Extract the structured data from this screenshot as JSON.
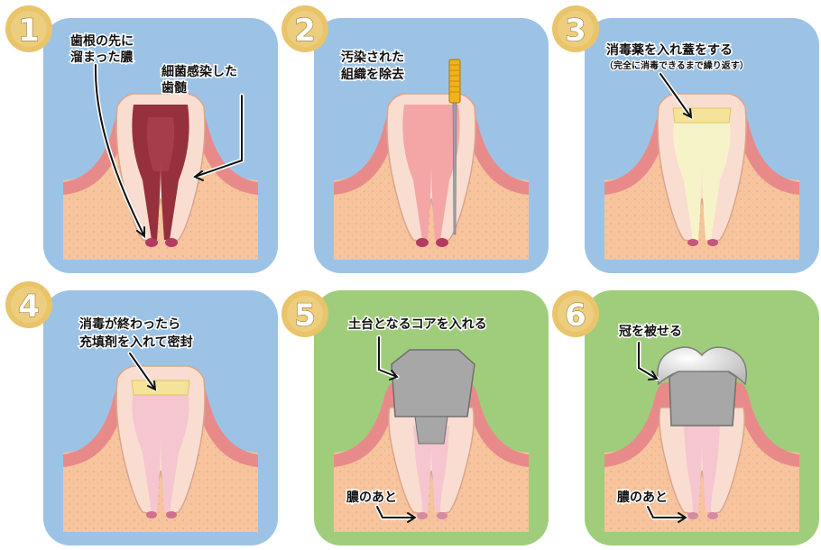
{
  "panels": [
    {
      "number": "1",
      "theme": "blue",
      "labels": {
        "pus_line1": "歯根の先に",
        "pus_line2": "溜まった膿",
        "pulp_line1": "細菌感染した",
        "pulp_line2": "歯髄"
      }
    },
    {
      "number": "2",
      "theme": "blue",
      "labels": {
        "line1": "汚染された",
        "line2": "組織を除去"
      }
    },
    {
      "number": "3",
      "theme": "blue",
      "labels": {
        "title": "消毒薬を入れ蓋をする",
        "note": "（完全に消毒できるまで繰り返す）"
      }
    },
    {
      "number": "4",
      "theme": "blue",
      "labels": {
        "line1": "消毒が終わったら",
        "line2": "充填剤を入れて密封"
      }
    },
    {
      "number": "5",
      "theme": "green",
      "labels": {
        "title": "土台となるコアを入れる",
        "scar": "膿のあと"
      }
    },
    {
      "number": "6",
      "theme": "green",
      "labels": {
        "title": "冠を被せる",
        "scar": "膿のあと"
      }
    }
  ],
  "colors": {
    "blue_panel": "#9cc3e6",
    "green_panel": "#9fcd7c",
    "badge": "#e9c46a",
    "gum": "#e98a8a",
    "bone": "#f6c49d",
    "tooth": "#f8ddd0",
    "infected_pulp": "#96303c",
    "pus": "#b43a62",
    "filling": "#f6e39a",
    "medicine": "#f7f3c8",
    "core": "#a7a7a7",
    "crown": "#d6d6d6"
  }
}
